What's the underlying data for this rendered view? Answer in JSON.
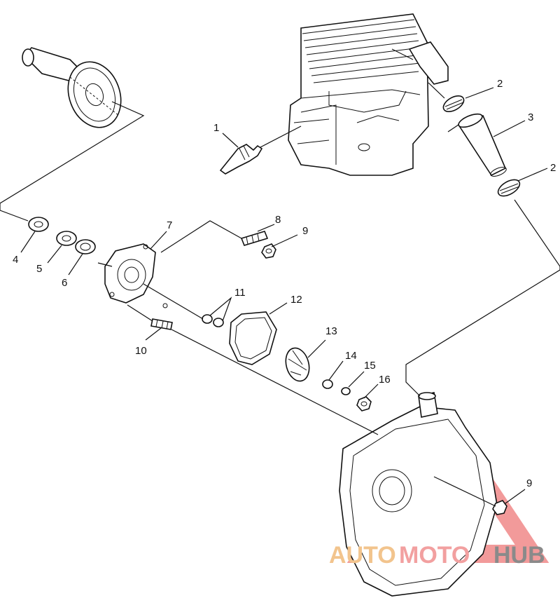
{
  "callouts": [
    {
      "id": "1",
      "text": "1"
    },
    {
      "id": "2a",
      "text": "2"
    },
    {
      "id": "2b",
      "text": "2"
    },
    {
      "id": "3",
      "text": "3"
    },
    {
      "id": "4",
      "text": "4"
    },
    {
      "id": "5",
      "text": "5"
    },
    {
      "id": "6",
      "text": "6"
    },
    {
      "id": "7",
      "text": "7"
    },
    {
      "id": "8",
      "text": "8"
    },
    {
      "id": "9a",
      "text": "9"
    },
    {
      "id": "9b",
      "text": "9"
    },
    {
      "id": "10",
      "text": "10"
    },
    {
      "id": "11",
      "text": "11"
    },
    {
      "id": "12",
      "text": "12"
    },
    {
      "id": "13",
      "text": "13"
    },
    {
      "id": "14",
      "text": "14"
    },
    {
      "id": "15",
      "text": "15"
    },
    {
      "id": "16",
      "text": "16"
    }
  ],
  "watermark": {
    "part1": "AUTO",
    "part2": "MOTO",
    "part3": "HUB",
    "color_auto": "#f2c48d",
    "color_moto": "#f2a0a0",
    "color_hub": "#8a8a8a",
    "logo": "triangle-logo"
  }
}
